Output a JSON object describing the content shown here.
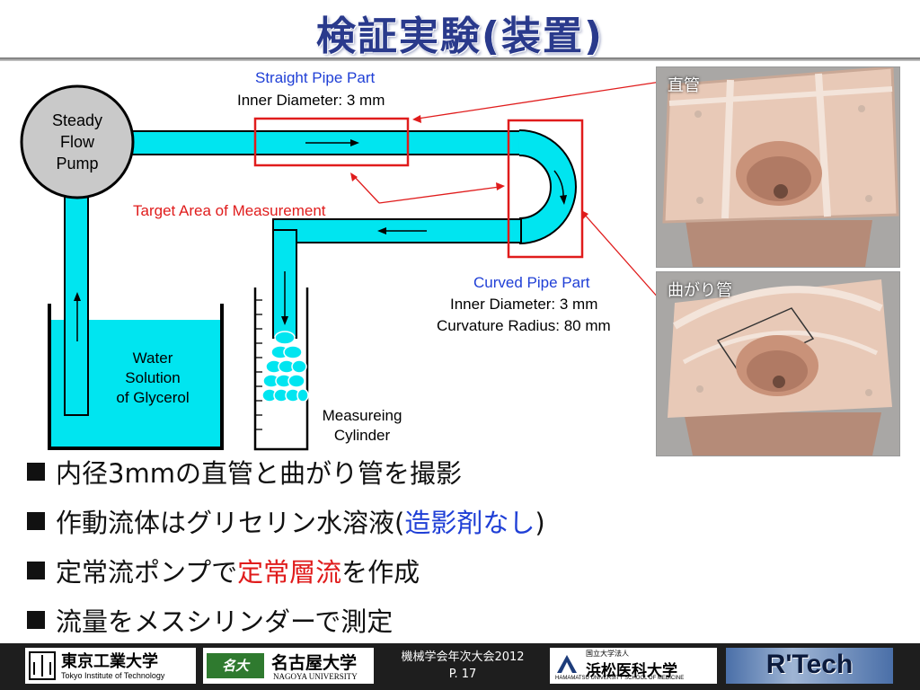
{
  "slide": {
    "title": "検証実験(装置)",
    "diagram": {
      "pump": [
        "Steady",
        "Flow",
        "Pump"
      ],
      "straight_title": "Straight Pipe Part",
      "straight_diameter": "Inner Diameter:  3 mm",
      "target": "Target Area of Measurement",
      "curved_title": "Curved Pipe Part",
      "curved_diameter": "Inner Diameter:  3 mm",
      "curved_radius": "Curvature Radius: 80 mm",
      "tank": [
        "Water",
        "Solution",
        "of Glycerol"
      ],
      "cylinder": [
        "Measureing",
        "Cylinder"
      ]
    },
    "photos": {
      "straight_label": "直管",
      "curved_label": "曲がり管"
    },
    "bullets": [
      {
        "parts": [
          {
            "text": "内径3mmの直管と曲がり管を撮影",
            "color": "#111111"
          }
        ]
      },
      {
        "parts": [
          {
            "text": "作動流体はグリセリン水溶液(",
            "color": "#111111"
          },
          {
            "text": "造影剤なし",
            "color": "#1f3fd6"
          },
          {
            "text": ")",
            "color": "#111111"
          }
        ]
      },
      {
        "parts": [
          {
            "text": "定常流ポンプで",
            "color": "#111111"
          },
          {
            "text": "定常層流",
            "color": "#e01c1c"
          },
          {
            "text": "を作成",
            "color": "#111111"
          }
        ]
      },
      {
        "parts": [
          {
            "text": "流量をメスシリンダーで測定",
            "color": "#111111"
          }
        ]
      }
    ],
    "footer": {
      "logo1_jp": "東京工業大学",
      "logo1_en": "Tokyo Institute of Technology",
      "logo2_jp": "名古屋大学",
      "logo2_en": "NAGOYA UNIVERSITY",
      "conference": "機械学会年次大会2012",
      "page": "P. 17",
      "logo3_small": "国立大学法人",
      "logo3_jp": "浜松医科大学",
      "logo3_en": "HAMAMATSU UNIVERSITY SCHOOL OF MEDICINE",
      "logo4": "R'Tech"
    },
    "colors": {
      "fluid": "#00e5f0",
      "accent_blue": "#1f3fd6",
      "accent_red": "#e01c1c",
      "title": "#2a3a8c"
    }
  }
}
